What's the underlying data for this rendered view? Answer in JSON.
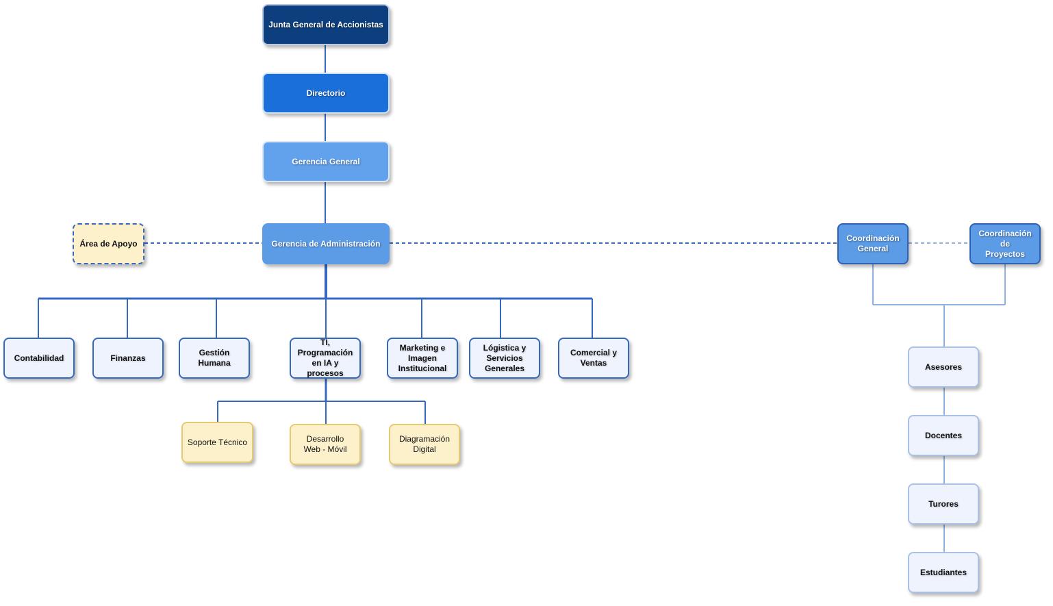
{
  "diagram": {
    "nodes": {
      "junta": "Junta General de Accionistas",
      "directorio": "Directorio",
      "gerencia_general": "Gerencia General",
      "gerencia_admin": "Gerencia de Administración",
      "area_apoyo": "Área de Apoyo",
      "coordinacion_general": "Coordinación\nGeneral",
      "coordinacion_proyectos": "Coordinación de\nProyectos",
      "contabilidad": "Contabilidad",
      "finanzas": "Finanzas",
      "gestion_humana": "Gestión Humana",
      "ti": "TI, Programación\nen IA y procesos",
      "marketing": "Marketing e\nImagen\nInstitucional",
      "logistica": "Lógistica y\nServicios\nGenerales",
      "comercial": "Comercial y\nVentas",
      "soporte": "Soporte Técnico",
      "desarrollo": "Desarrollo\nWeb - Móvil",
      "diagramacion": "Diagramación\nDigital",
      "asesores": "Asesores",
      "docentes": "Docentes",
      "turores": "Turores",
      "estudiantes": "Estudiantes"
    },
    "colors": {
      "connector": "#3569bf",
      "connector_light": "#8fb1e0",
      "exec_dark": "#0d3f7e",
      "exec_mid": "#1a6fd8",
      "exec_light": "#62a1ec",
      "dept_fill": "#eef3fd",
      "sub_fill": "#fdf1cc"
    }
  }
}
